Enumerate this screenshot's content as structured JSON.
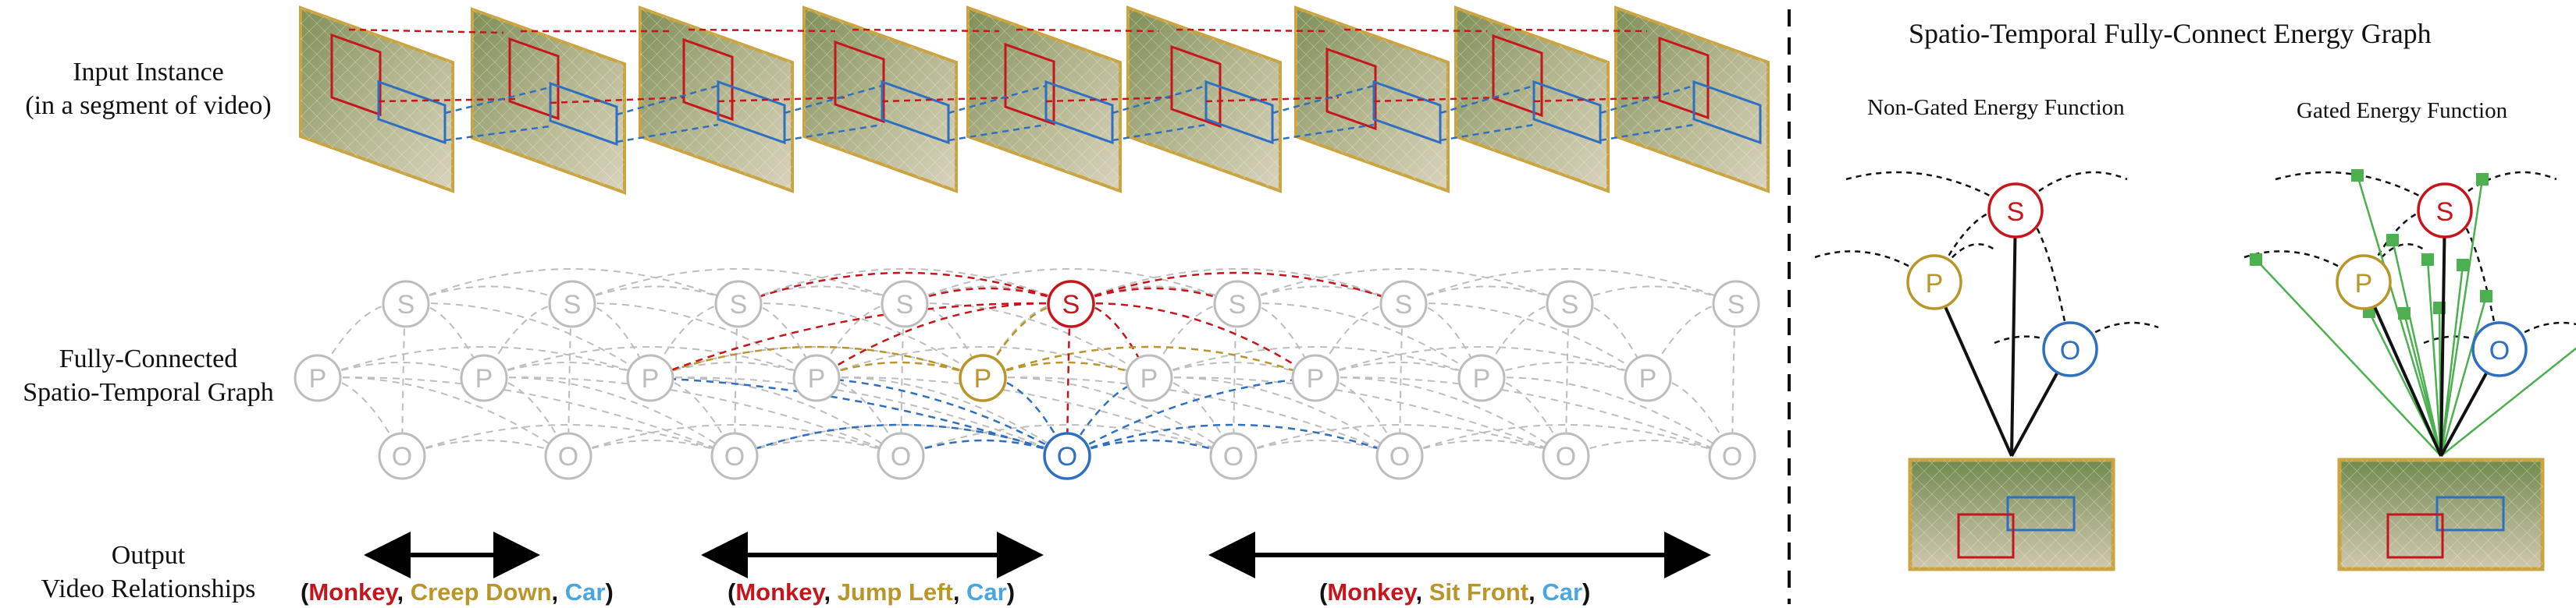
{
  "labels": {
    "input_line1": "Input Instance",
    "input_line2": "(in a segment of video)",
    "graph_line1": "Fully-Connected",
    "graph_line2": "Spatio-Temporal Graph",
    "output_line1": "Output",
    "output_line2": "Video Relationships"
  },
  "node_letters": {
    "subject": "S",
    "predicate": "P",
    "object": "O"
  },
  "relationships": [
    {
      "open": "(",
      "subject": "Monkey",
      "sep1": ", ",
      "predicate": "Creep Down",
      "sep2": ", ",
      "object": "Car",
      "close": ")"
    },
    {
      "open": "(",
      "subject": "Monkey",
      "sep1": ", ",
      "predicate": "Jump Left",
      "sep2": ", ",
      "object": "Car",
      "close": ")"
    },
    {
      "open": "(",
      "subject": "Monkey",
      "sep1": ", ",
      "predicate": "Sit Front",
      "sep2": ", ",
      "object": "Car",
      "close": ")"
    }
  ],
  "right_panel": {
    "title": "Spatio-Temporal Fully-Connect Energy Graph",
    "non_gated_title": "Non-Gated Energy Function",
    "gated_title": "Gated Energy Function"
  },
  "colors": {
    "subject": "#c6151c",
    "predicate": "#b8962a",
    "object": "#2f6fbf",
    "object_label": "#4aa6e0",
    "inactive": "#bdbdbd",
    "frame_border": "#c9a441",
    "gate": "#4caf50"
  }
}
